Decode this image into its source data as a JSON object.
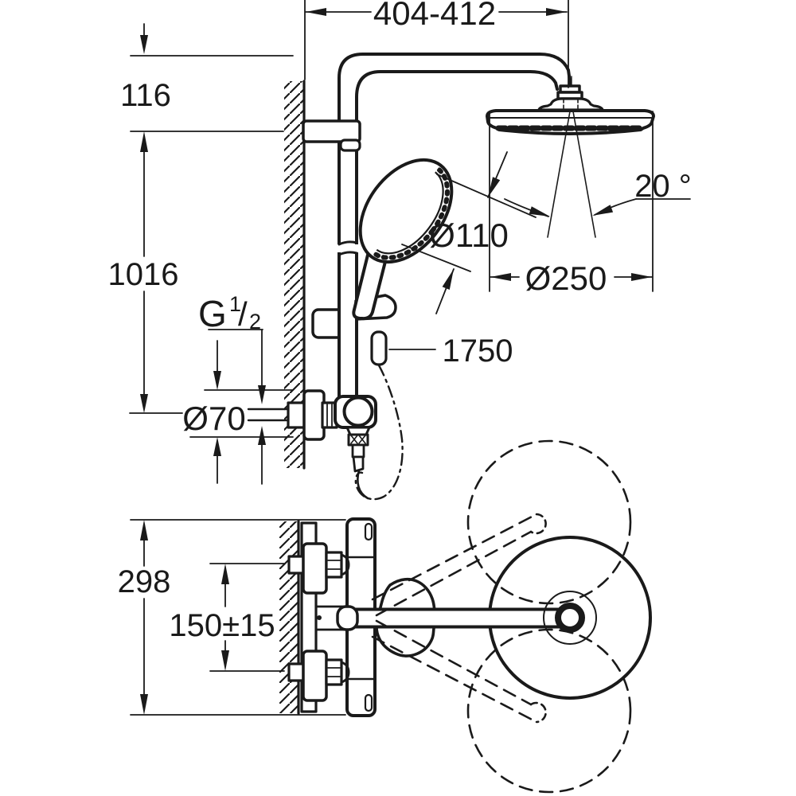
{
  "drawing": {
    "title": "shower-system-dimensional-drawing",
    "background": "#ffffff",
    "line_color": "#1a1a1a",
    "views": {
      "front_view": "shower system side elevation with wall section",
      "top_view": "thermostat and head shower plan view with swivel range"
    },
    "dimensions": {
      "width_range": "404-412",
      "head_offset": "116",
      "rail_height": "1016",
      "thread_g": "G",
      "thread_num": "1",
      "thread_slash": "/",
      "thread_den": "2",
      "escutcheon_diameter": "Ø70",
      "hand_shower_diameter": "Ø110",
      "head_shower_diameter": "Ø250",
      "head_angle": "20 °",
      "hose_length": "1750",
      "depth": "298",
      "supply_center_distance": "150±15"
    }
  }
}
